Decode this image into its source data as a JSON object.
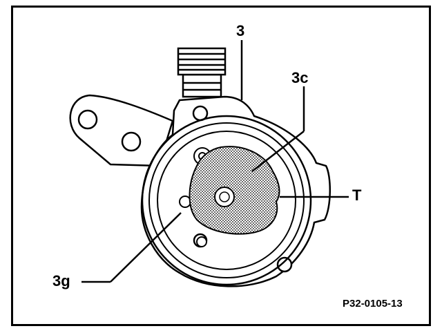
{
  "diagram": {
    "labels": {
      "part_3": "3",
      "part_3c": "3c",
      "part_T": "T",
      "part_3g": "3g"
    },
    "figure_code": "P32-0105-13",
    "colors": {
      "ink": "#000000",
      "paper": "#ffffff"
    }
  }
}
